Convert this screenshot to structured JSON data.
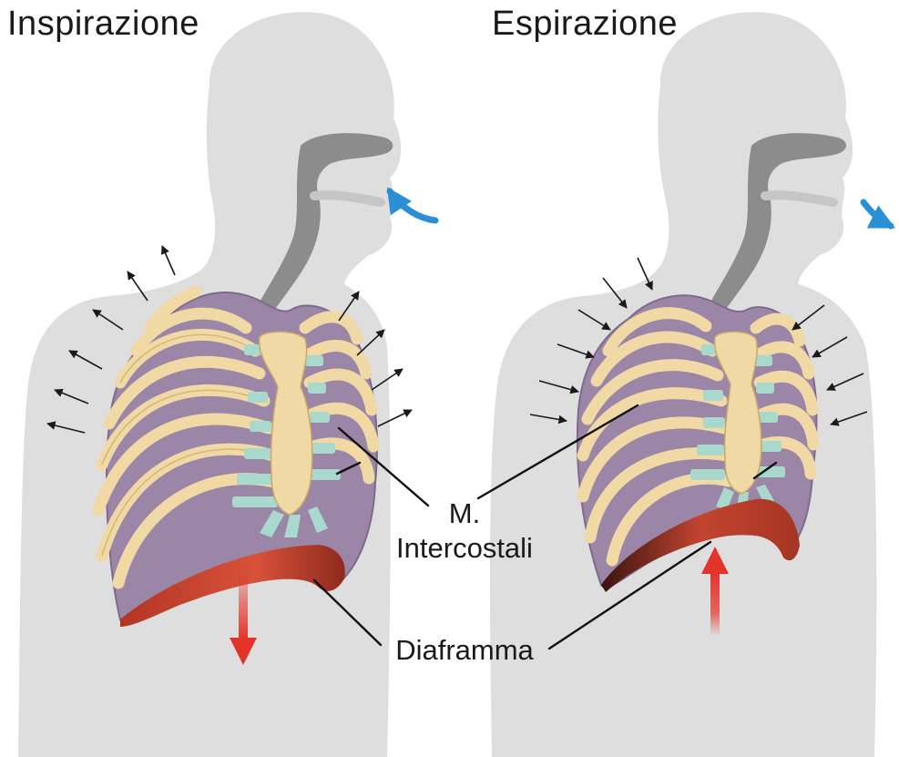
{
  "titles": {
    "left": "Inspirazione",
    "right": "Espirazione"
  },
  "labels": {
    "intercostali_line1": "M.",
    "intercostali_line2": "Intercostali",
    "diaframma": "Diaframma"
  },
  "colors": {
    "silhouette": "#dedede",
    "airway": "#8c8c8c",
    "lung": "#9b86a8",
    "lung_shadow": "#7d6a8c",
    "rib": "#f0d9a4",
    "rib_edge": "#c9a96b",
    "cartilage": "#a9d8cc",
    "diaphragm": "#c8432f",
    "motion_arrow": "#e4342a",
    "air_arrow": "#2a8fd4",
    "small_arrow": "#1a1a1a"
  },
  "panels": [
    {
      "phase": "inspiration",
      "air_flow": "in",
      "diaphragm_motion": "down",
      "chest_motion": "outward"
    },
    {
      "phase": "expiration",
      "air_flow": "out",
      "diaphragm_motion": "up",
      "chest_motion": "inward"
    }
  ]
}
